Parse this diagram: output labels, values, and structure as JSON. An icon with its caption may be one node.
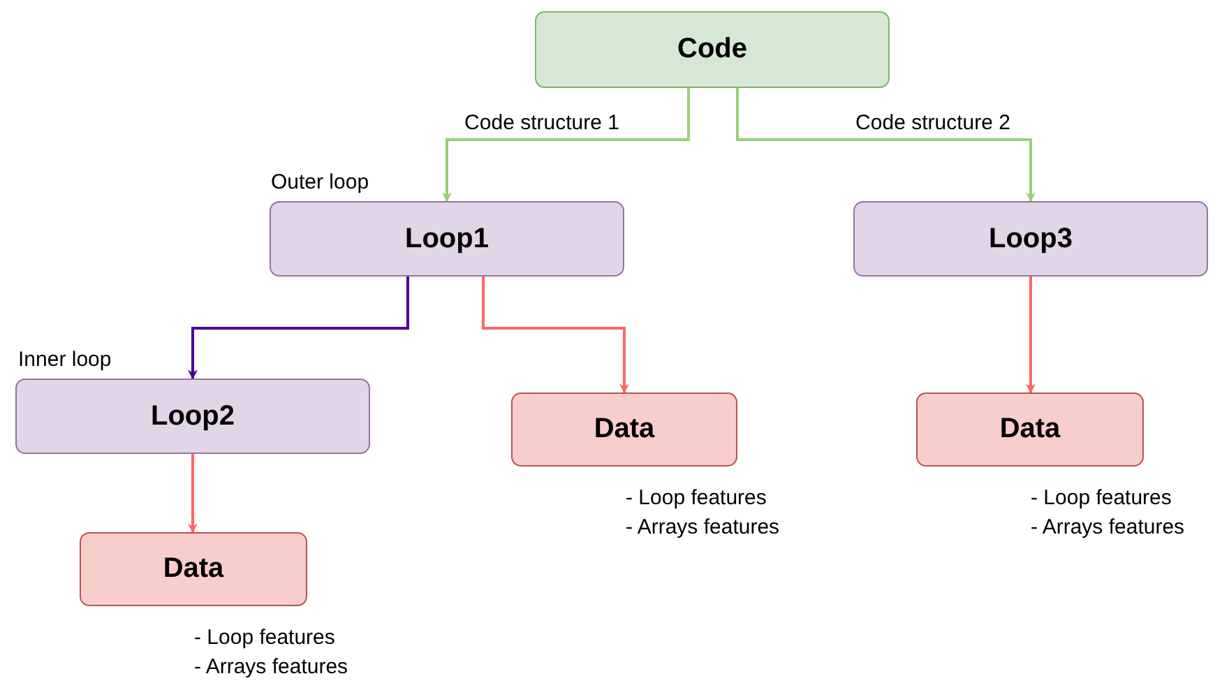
{
  "diagram": {
    "nodes": [
      {
        "text": [
          "Code"
        ]
      },
      {
        "text": [
          "Loop1"
        ],
        "beside": [
          "Outer loop"
        ]
      },
      {
        "text": [
          "Loop3"
        ]
      },
      {
        "text": [
          "Loop2"
        ],
        "beside": [
          "Inner loop"
        ]
      },
      {
        "text": [
          "Data"
        ],
        "beside": [
          "- Loop features",
          "- Arrays features"
        ]
      },
      {
        "text": [
          "Data"
        ],
        "beside": [
          "- Loop features",
          "- Arrays features"
        ]
      },
      {
        "text": [
          "Data"
        ],
        "beside": [
          "- Loop features",
          "- Arrays features"
        ]
      }
    ],
    "edges": [
      {
        "from": 0,
        "to": 1,
        "arrow": "to",
        "label": "Code structure 1",
        "color": "#97d077"
      },
      {
        "from": 0,
        "to": 2,
        "arrow": "to",
        "label": "Code structure 2",
        "color": "#97d077"
      },
      {
        "from": 1,
        "to": 3,
        "arrow": "to",
        "color": "#4c0099"
      },
      {
        "from": 1,
        "to": 4,
        "arrow": "to"
      },
      {
        "from": 2,
        "to": 5,
        "arrow": "to"
      },
      {
        "from": 3,
        "to": 6,
        "arrow": "to"
      }
    ]
  }
}
